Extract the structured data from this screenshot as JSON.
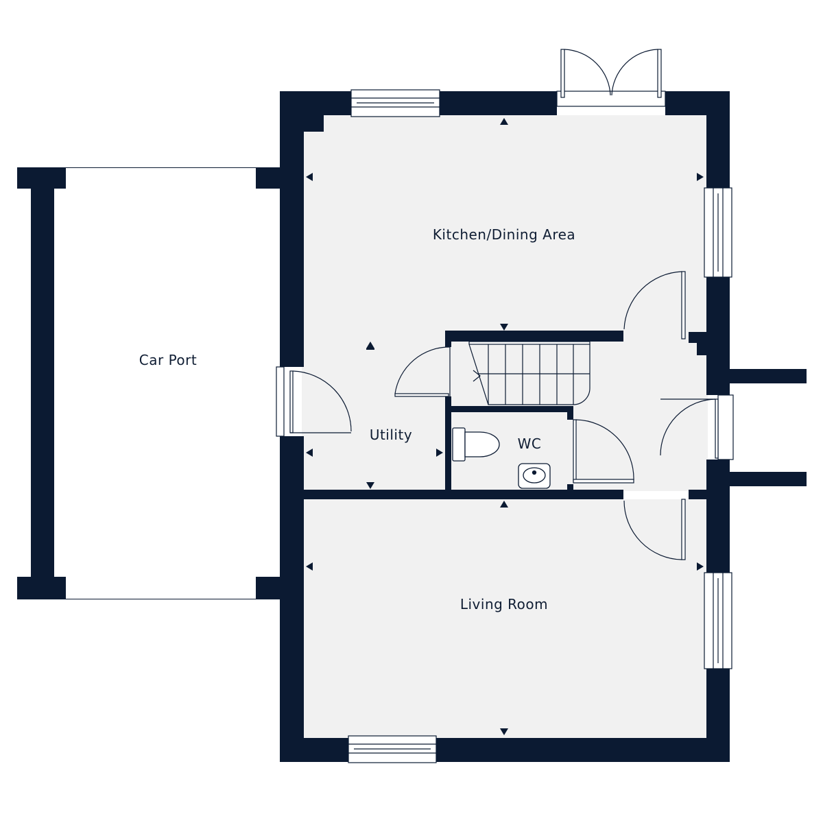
{
  "colors": {
    "wall": "#0b1a32",
    "floor": "#f1f1f1",
    "line": "#0b1a32",
    "background": "#ffffff"
  },
  "rooms": {
    "kitchen": "Kitchen/Dining Area",
    "car_port": "Car Port",
    "utility": "Utility",
    "wc": "WC",
    "living": "Living Room"
  },
  "icons": {
    "dimension_marker": "triangle-arrow-icon",
    "toilet": "toilet-icon",
    "basin": "basin-icon",
    "stairs": "staircase-icon"
  }
}
